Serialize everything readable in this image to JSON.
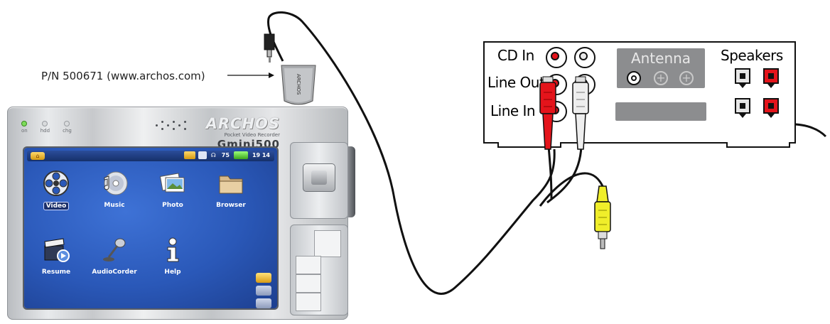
{
  "part_label": "P/N 500671 (www.archos.com)",
  "adapter": {
    "brand": "ARCHOS"
  },
  "device": {
    "brand": "ARCHOS",
    "tagline": "Pocket Video Recorder",
    "model": "Gmini500",
    "leds": [
      {
        "label": "on"
      },
      {
        "label": "hdd"
      },
      {
        "label": "chg"
      }
    ],
    "status": {
      "volume": "75",
      "time": "19 14"
    },
    "apps": [
      {
        "label": "Video",
        "selected": true,
        "icon": "film-reel-icon"
      },
      {
        "label": "Music",
        "selected": false,
        "icon": "cd-music-icon"
      },
      {
        "label": "Photo",
        "selected": false,
        "icon": "photo-stack-icon"
      },
      {
        "label": "Browser",
        "selected": false,
        "icon": "folder-icon"
      },
      {
        "label": "Resume",
        "selected": false,
        "icon": "clapper-resume-icon"
      },
      {
        "label": "AudioCorder",
        "selected": false,
        "icon": "microphone-icon"
      },
      {
        "label": "Help",
        "selected": false,
        "icon": "info-help-icon"
      }
    ],
    "side_buttons": [
      "tools-icon",
      "speaker-icon",
      "lock-icon"
    ]
  },
  "receiver": {
    "cd_in": "CD In",
    "line_out": "Line Out",
    "line_in": "Line In",
    "antenna": "Antenna",
    "speakers": "Speakers"
  },
  "colors": {
    "screen_blue": "#2a58b8",
    "rca_red": "#e4141b",
    "rca_white": "#e9e9e9",
    "rca_yellow": "#f0ee2a",
    "antenna_grey": "#8c8d8f"
  }
}
